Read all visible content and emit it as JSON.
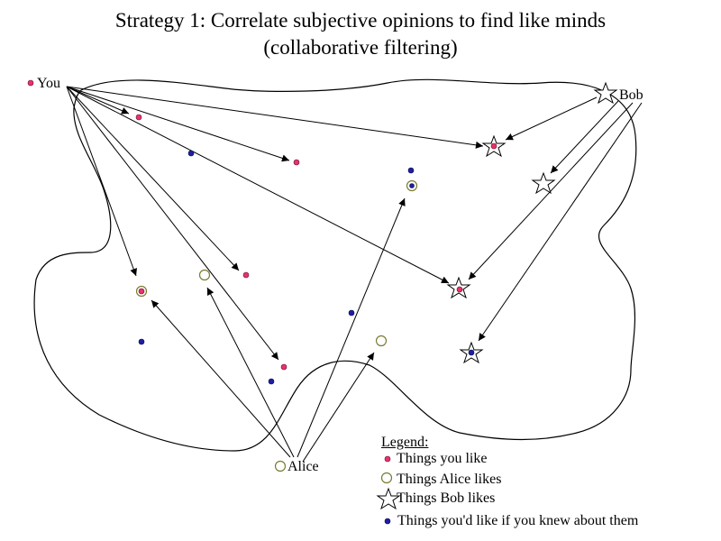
{
  "title": {
    "line1": "Strategy 1: Correlate subjective opinions to find like minds",
    "line2": "(collaborative filtering)"
  },
  "people": {
    "you": "You",
    "bob": "Bob",
    "alice": "Alice"
  },
  "legend": {
    "heading": "Legend:",
    "items": [
      {
        "label": "Things you like",
        "marker": "red-dot"
      },
      {
        "label": "Things Alice likes",
        "marker": "open-circle"
      },
      {
        "label": "Things Bob likes",
        "marker": "open-star"
      },
      {
        "label": "Things you'd like if you knew about them",
        "marker": "blue-dot"
      }
    ]
  },
  "colors": {
    "you_like": "#e8336a",
    "recommended": "#1f1fa0",
    "alice_circle": "#7a7a30",
    "line": "#000000"
  }
}
